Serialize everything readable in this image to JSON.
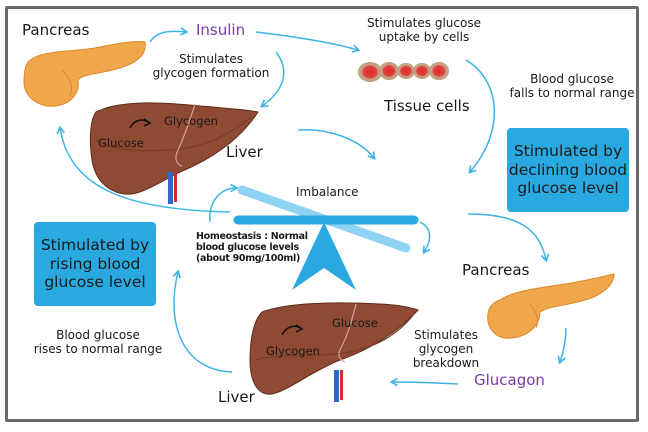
{
  "title": "Blood glucose homeostasis",
  "colors": {
    "arrow": "#3db4e6",
    "seesaw": "#2aa9e0",
    "seesaw_tilted": "#8fd3f2",
    "box": "#2aa9e0",
    "hormone": "#7a3aa8",
    "liver": "#8e4a32",
    "pancreas": "#f0a64a"
  },
  "top": {
    "pancreas_label": "Pancreas",
    "hormone": "Insulin",
    "insulin_action": "Stimulates\nglycogen formation",
    "cell_action": "Stimulates glucose\nuptake by cells",
    "tissue_label": "Tissue cells",
    "result": "Blood glucose\nfalls to normal range",
    "liver_label": "Liver",
    "liver_from": "Glucose",
    "liver_to": "Glycogen"
  },
  "center": {
    "imbalance_label": "Imbalance",
    "homeostasis_label": "Homeostasis : Normal\nblood glucose levels\n(about 90mg/100ml)"
  },
  "boxes": {
    "declining": "Stimulated by\ndeclining blood\nglucose level",
    "rising": "Stimulated by\nrising blood\nglucose level"
  },
  "bottom": {
    "pancreas_label": "Pancreas",
    "hormone": "Glucagon",
    "glucagon_action": "Stimulates\nglycogen breakdown",
    "result": "Blood glucose\nrises to normal range",
    "liver_label": "Liver",
    "liver_from": "Glycogen",
    "liver_to": "Glucose"
  }
}
